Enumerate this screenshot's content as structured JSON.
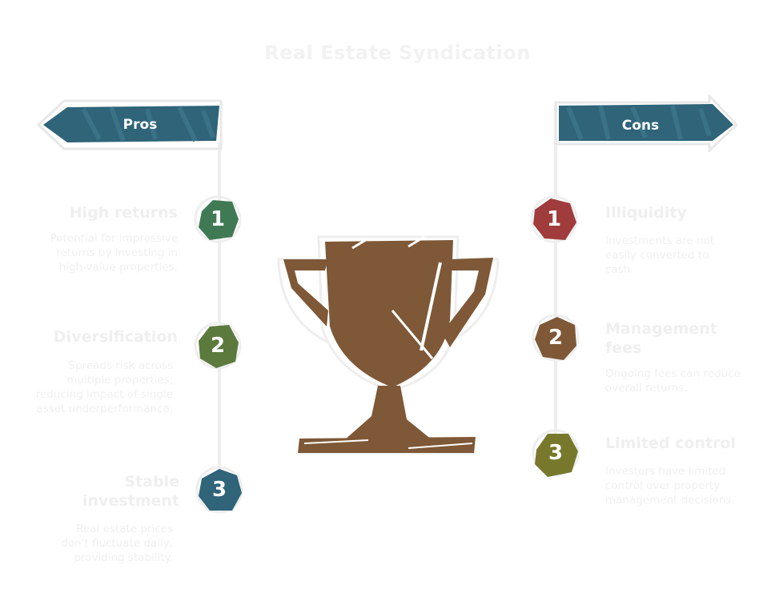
{
  "title": "Real Estate Syndication",
  "colors": {
    "banner": "#2f6479",
    "trophy": "#7e5837",
    "outline": "#eeeeee",
    "pros": [
      "#3f7a55",
      "#5c7a3d",
      "#2f6479"
    ],
    "cons": [
      "#a03c3c",
      "#7e5837",
      "#77782c"
    ]
  },
  "pros": {
    "label": "Pros",
    "items": [
      {
        "number": "1",
        "title": "High returns",
        "description": "Potential for impressive returns by investing in high-value properties."
      },
      {
        "number": "2",
        "title": "Diversification",
        "description": "Spreads risk across multiple properties, reducing impact of single asset underperformance."
      },
      {
        "number": "3",
        "title": "Stable investment",
        "description": "Real estate prices don't fluctuate daily, providing stability."
      }
    ]
  },
  "cons": {
    "label": "Cons",
    "items": [
      {
        "number": "1",
        "title": "Illiquidity",
        "description": "Investments are not easily converted to cash."
      },
      {
        "number": "2",
        "title": "Management fees",
        "description": "Ongoing fees can reduce overall returns."
      },
      {
        "number": "3",
        "title": "Limited control",
        "description": "Investors have limited control over property management decisions."
      }
    ]
  },
  "icon": "trophy-icon"
}
